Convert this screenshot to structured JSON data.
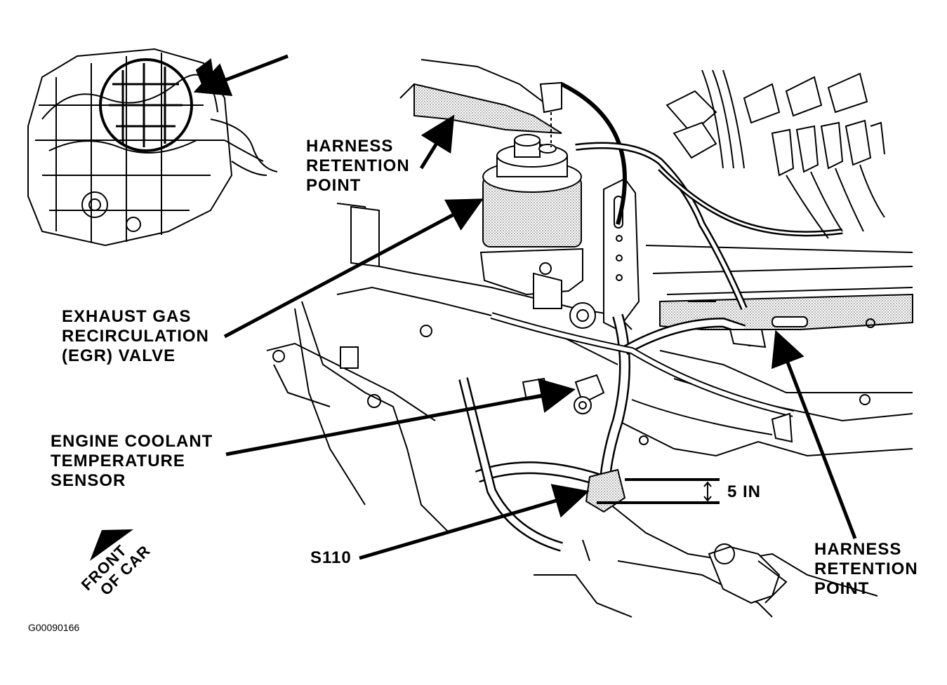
{
  "diagram": {
    "labels": {
      "harness_top": [
        "HARNESS",
        "RETENTION",
        "POINT"
      ],
      "egr": [
        "EXHAUST GAS",
        "RECIRCULATION",
        "(EGR)  VALVE"
      ],
      "coolant": [
        "ENGINE COOLANT",
        "TEMPERATURE",
        "SENSOR"
      ],
      "s110": "S110",
      "dimension": "5 IN",
      "harness_right": [
        "HARNESS",
        "RETENTION",
        "POINT"
      ],
      "front_of_car": [
        "FRONT",
        "OF CAR"
      ]
    },
    "figure_id": "G00090166",
    "colors": {
      "ink": "#000000",
      "paper": "#ffffff",
      "shade": "#bdbdbd"
    }
  }
}
